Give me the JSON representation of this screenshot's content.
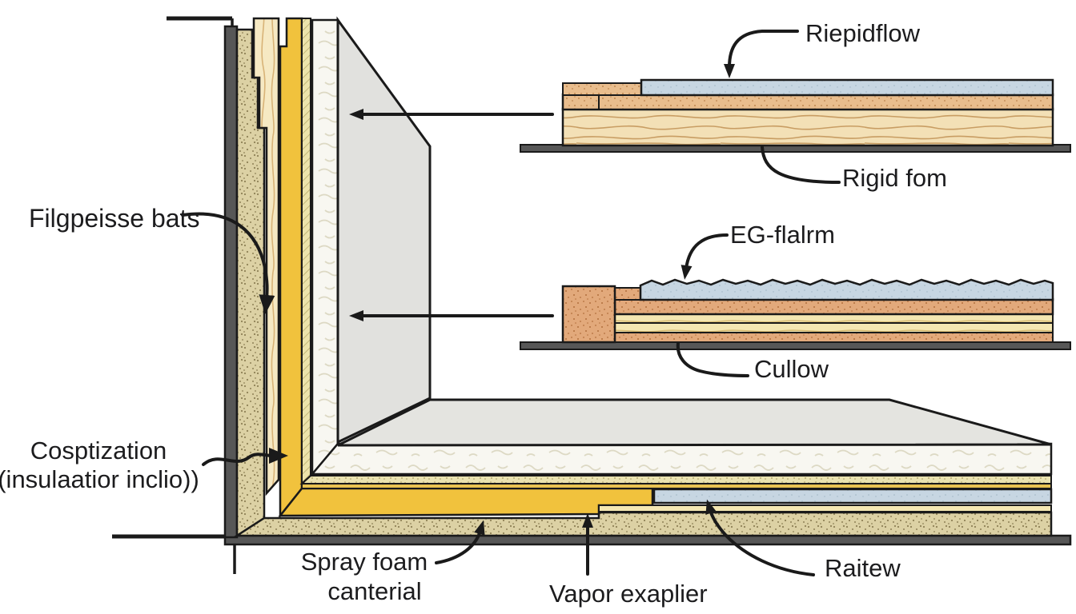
{
  "diagram": {
    "type": "technical-illustration",
    "subject": "wall-to-floor insulation cross-section with two layer detail callouts",
    "labels": {
      "fiberglass_batts": "Filgpeisse bats",
      "cosptization_line1": "Cosptization",
      "cosptization_line2": "(insulaatior inclio))",
      "spray_foam_line1": "Spray foam",
      "spray_foam_line2": "canterial",
      "vapor_barrier": "Vapor exaplier",
      "raitew": "Raitew",
      "rigid_top": "Riepidflow",
      "rigid_foam": "Rigid fom",
      "eg_flalrm": "EG-flalrm",
      "cullow": "Cullow"
    },
    "colors": {
      "background": "#ffffff",
      "outline": "#1a1a1a",
      "text": "#1c1c1e",
      "dark_strip": "#575757",
      "tan_base": "#dcd1a4",
      "tan_dot": "#8e8156",
      "wood_wall_base": "#f6e9c3",
      "wood_wall_grain": "#d8b377",
      "yellow": "#f1c23d",
      "hatch_base": "#ece3ab",
      "hatch_line": "#b2a466",
      "foam_base": "#f8f7f1",
      "foam_tex": "#ddd9c4",
      "gray_wall": "#e1e1de",
      "gray_floor": "#e4e4e0",
      "pale_base": "#eae3b0",
      "pale_dot": "#a1945e",
      "gold_strip": "#e9c352",
      "blue_base": "#c7d6e2",
      "blue_dot": "#9fb4c4",
      "floor_wood_base": "#f4e7b2",
      "floor_wood_grain": "#d6b96f",
      "inset_tan_base": "#e9bd8d",
      "inset_tan_dot": "#bd854f",
      "inset_wood_base": "#f3e0b6",
      "inset_wood_grain": "#c89d63",
      "orange_base": "#e2a97b",
      "orange_dot": "#b26f3c",
      "inset2_wood_base": "#f7eec1",
      "inset2_wood_grain": "#d9c275"
    }
  }
}
